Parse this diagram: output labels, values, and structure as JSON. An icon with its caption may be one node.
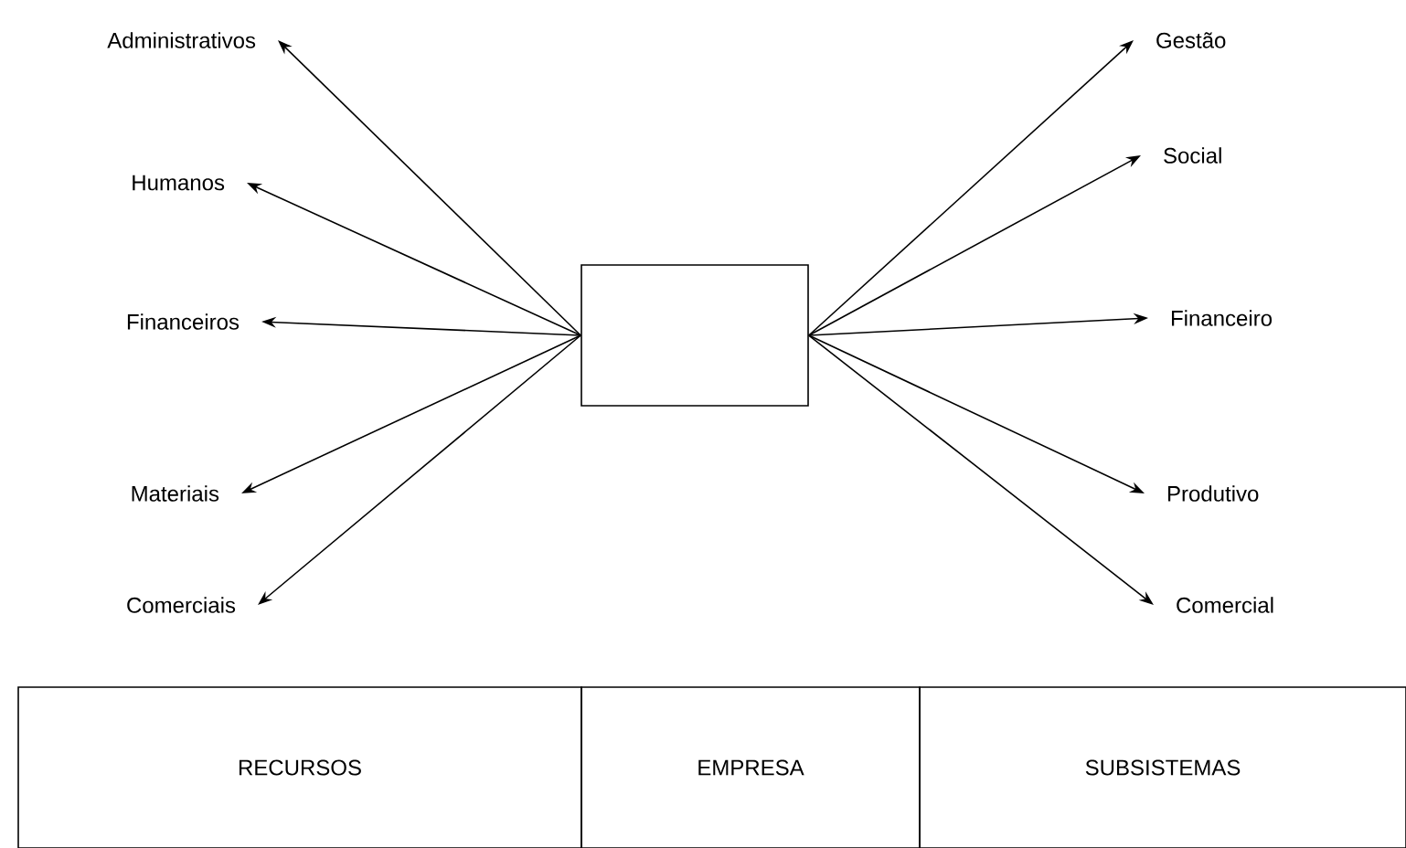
{
  "diagram": {
    "nodes": [
      {
        "text": [],
        "shape": "box"
      },
      {
        "text": [
          "Administrativos"
        ]
      },
      {
        "text": [
          "Humanos"
        ]
      },
      {
        "text": [
          "Financeiros"
        ]
      },
      {
        "text": [
          "Materiais"
        ]
      },
      {
        "text": [
          "Comerciais"
        ]
      },
      {
        "text": [
          "Gestão"
        ]
      },
      {
        "text": [
          "Social"
        ]
      },
      {
        "text": [
          "Financeiro"
        ]
      },
      {
        "text": [
          "Produtivo"
        ]
      },
      {
        "text": [
          "Comercial"
        ]
      },
      {
        "text": [
          "RECURSOS"
        ]
      },
      {
        "text": [
          "EMPRESA"
        ]
      },
      {
        "text": [
          "SUBSISTEMAS"
        ]
      }
    ],
    "edges": [
      {
        "from": 0,
        "to": 1,
        "arrow": "to"
      },
      {
        "from": 0,
        "to": 2,
        "arrow": "to"
      },
      {
        "from": 0,
        "to": 3,
        "arrow": "to"
      },
      {
        "from": 0,
        "to": 4,
        "arrow": "to"
      },
      {
        "from": 0,
        "to": 5,
        "arrow": "to"
      },
      {
        "from": 0,
        "to": 6,
        "arrow": "to"
      },
      {
        "from": 0,
        "to": 7,
        "arrow": "to"
      },
      {
        "from": 0,
        "to": 8,
        "arrow": "to"
      },
      {
        "from": 0,
        "to": 9,
        "arrow": "to"
      },
      {
        "from": 0,
        "to": 10,
        "arrow": "to"
      }
    ]
  }
}
